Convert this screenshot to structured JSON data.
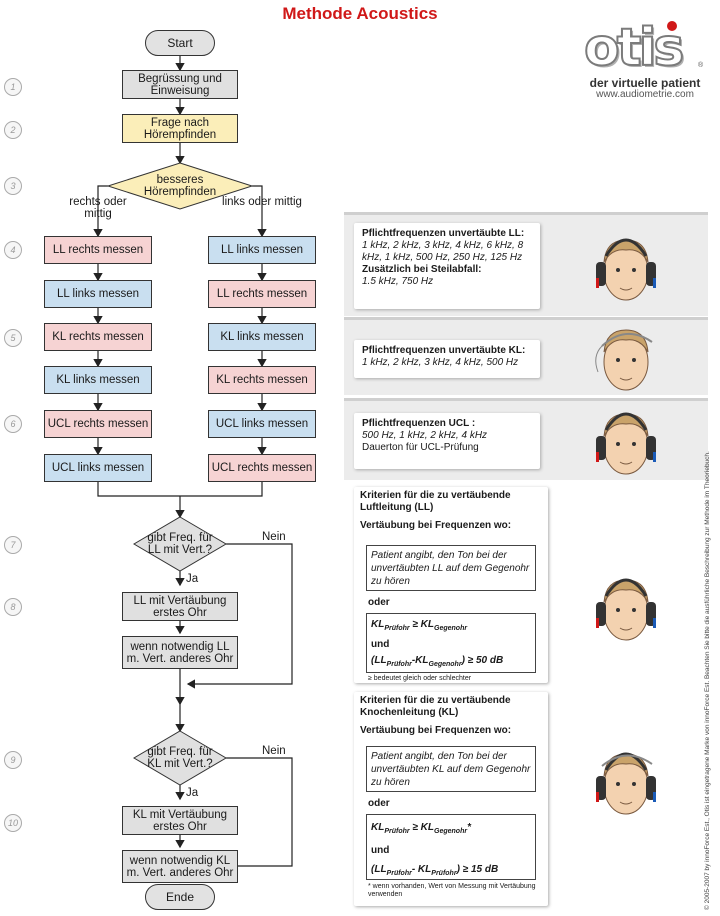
{
  "title": "Methode Acoustics",
  "logo": {
    "brand": "otis",
    "reg": "®",
    "tagline": "der virtuelle patient",
    "url": "www.audiometrie.com"
  },
  "steps": [
    "1",
    "2",
    "3",
    "4",
    "5",
    "6",
    "7",
    "8",
    "9",
    "10"
  ],
  "flow": {
    "start": "Start",
    "greeting": "Begrüssung und Einweisung",
    "question": "Frage nach Hörempfinden",
    "decision": "besseres Hörempfinden",
    "branch_left": "rechts oder mittig",
    "branch_right": "links oder mittig",
    "left_col": [
      "LL rechts messen",
      "LL links messen",
      "KL rechts messen",
      "KL links messen",
      "UCL rechts messen",
      "UCL links messen"
    ],
    "right_col": [
      "LL links messen",
      "LL rechts messen",
      "KL links messen",
      "KL rechts messen",
      "UCL links messen",
      "UCL rechts messen"
    ],
    "dec_ll": "gibt Freq. für LL mit Vert.?",
    "dec_kl": "gibt Freq. für KL mit Vert.?",
    "yes": "Ja",
    "no": "Nein",
    "ll_mask_first": "LL mit Vertäubung erstes Ohr",
    "ll_mask_other": "wenn notwendig LL m. Vert. anderes Ohr",
    "kl_mask_first": "KL mit Vertäubung erstes Ohr",
    "kl_mask_other": "wenn notwendig KL m. Vert. anderes Ohr",
    "end": "Ende"
  },
  "panels": {
    "ll": {
      "heading": "Pflichtfrequenzen unvertäubte LL:",
      "freqs": "1 kHz, 2 kHz, 3 kHz, 4 kHz, 6 kHz, 8 kHz, 1 kHz, 500 Hz, 250 Hz, 125 Hz",
      "extra_heading": "Zusätzlich bei Steilabfall:",
      "extra": "1.5 kHz, 750 Hz"
    },
    "kl": {
      "heading": "Pflichtfrequenzen unvertäubte KL:",
      "freqs": "1 kHz, 2 kHz, 3 kHz, 4 kHz, 500 Hz"
    },
    "ucl": {
      "heading": "Pflichtfrequenzen UCL :",
      "freqs": "500 Hz, 1 kHz, 2 kHz, 4 kHz",
      "note": "Dauerton für UCL-Prüfung"
    },
    "crit_ll": {
      "heading": "Kriterien für die zu vertäubende Luftleitung (LL)",
      "sub": "Vertäubung bei Frequenzen wo:",
      "box": "Patient angibt, den Ton bei der unvertäubten LL auf dem Gegenohr zu hören",
      "or": "oder",
      "f1": "KL",
      "f1s": "Prüfohr",
      "f1op": "≥ KL",
      "f1s2": "Gegenohr",
      "und": "und",
      "f2": "(LL",
      "f2s": "Prüfohr",
      "f2m": "-KL",
      "f2s2": "Gegenohr",
      "f2e": ") ≥ 50 dB",
      "footnote": "≥ bedeutet gleich oder schlechter"
    },
    "crit_kl": {
      "heading": "Kriterien für die zu vertäubende Knochenleitung (KL)",
      "sub": "Vertäubung bei Frequenzen wo:",
      "box": "Patient angibt, den Ton bei der unvertäubten KL auf dem Gegenohr zu hören",
      "or": "oder",
      "f1": "KL",
      "f1s": "Prüfohr",
      "f1op": "≥ KL",
      "f1s2": "Gegenohr",
      "f1e": "*",
      "und": "und",
      "f2": "(LL",
      "f2s": "Prüfohr",
      "f2m": "- KL",
      "f2s2": "Prüfohr",
      "f2e": ") ≥ 15 dB",
      "footnote": "* wenn vorhanden, Wert von Messung mit Vertäubung verwenden"
    }
  },
  "side_note": "© 2005-2007 by innoForce Est., Otis ist eingetragene Marke von innoForce Est. Beachten Sie bitte die ausführliche Beschreibung zur Methode im Theoriebuch."
}
